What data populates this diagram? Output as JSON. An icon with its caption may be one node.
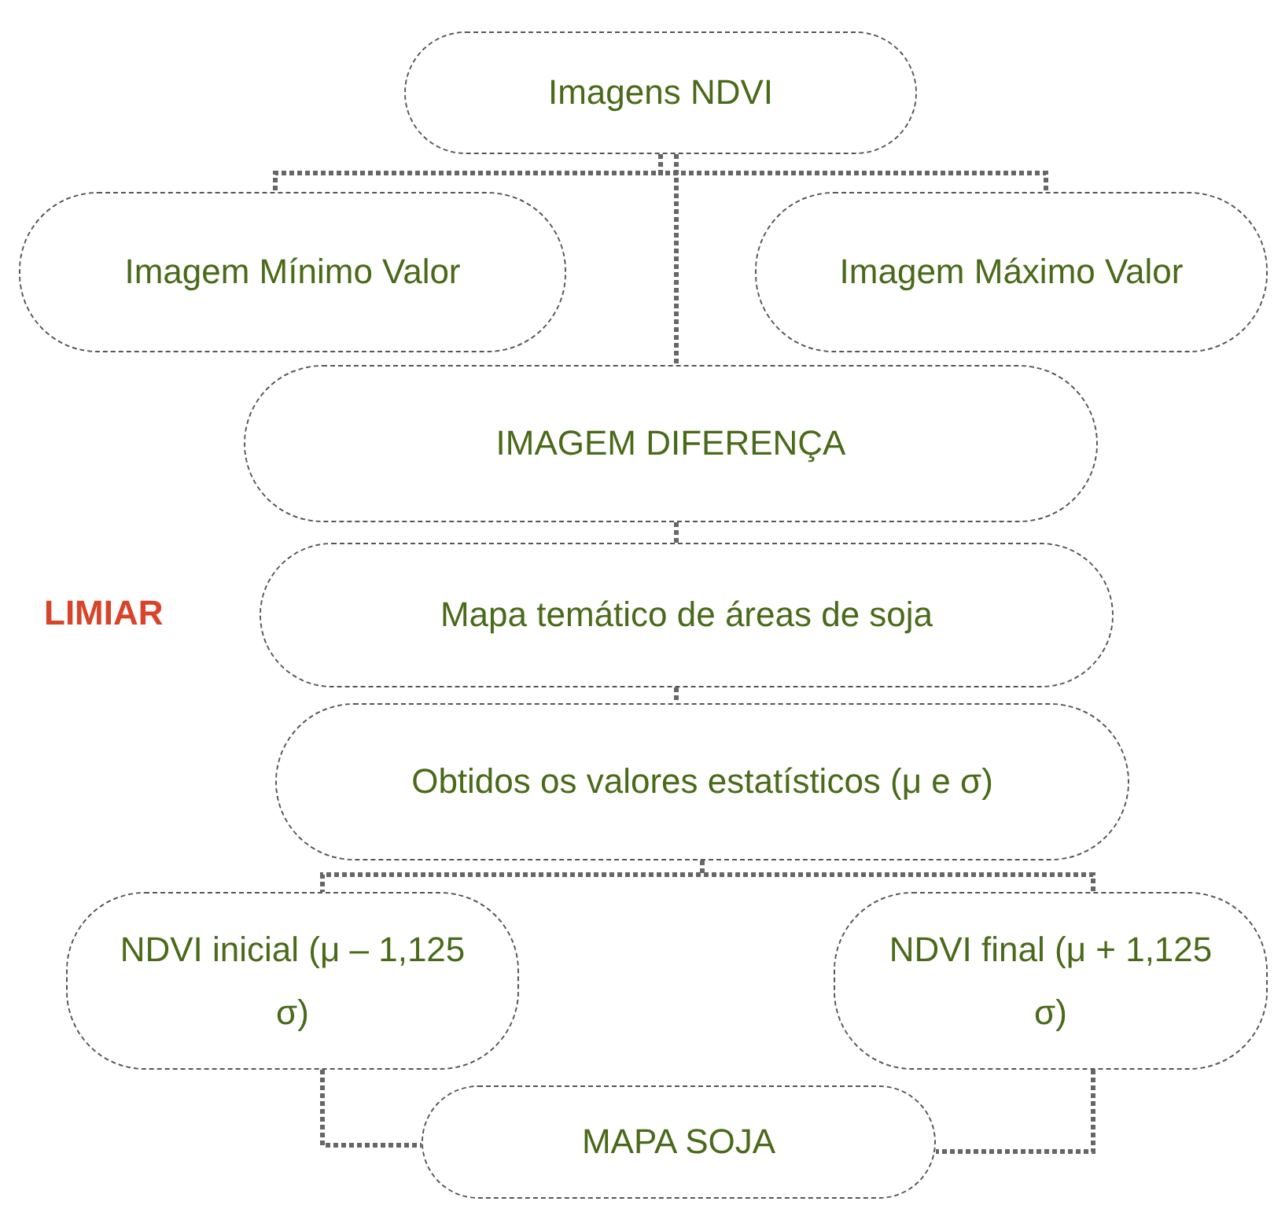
{
  "diagram": {
    "nodes": [
      {
        "text": [
          "Imagens NDVI"
        ]
      },
      {
        "text": [
          "Imagem Mínimo Valor"
        ]
      },
      {
        "text": [
          "Imagem Máximo Valor"
        ]
      },
      {
        "text": [
          "IMAGEM DIFERENÇA"
        ]
      },
      {
        "text": [
          "Mapa temático de áreas de soja"
        ]
      },
      {
        "text": [
          "Obtidos os valores estatísticos (μ e σ)"
        ]
      },
      {
        "text": [
          "NDVI inicial (μ – 1,125 σ)"
        ]
      },
      {
        "text": [
          "NDVI final (μ + 1,125 σ)"
        ]
      },
      {
        "text": [
          "MAPA SOJA"
        ]
      }
    ],
    "edges": [
      {
        "from": 0,
        "to": 1,
        "arrow": "none"
      },
      {
        "from": 0,
        "to": 2,
        "arrow": "none"
      },
      {
        "from": 0,
        "to": 3,
        "arrow": "none"
      },
      {
        "from": 3,
        "to": 4,
        "arrow": "none"
      },
      {
        "from": 4,
        "to": 5,
        "arrow": "none"
      },
      {
        "from": 5,
        "to": 6,
        "arrow": "none"
      },
      {
        "from": 5,
        "to": 7,
        "arrow": "none"
      },
      {
        "from": 6,
        "to": 8,
        "arrow": "none"
      },
      {
        "from": 7,
        "to": 8,
        "arrow": "none"
      }
    ],
    "labels": [
      "LIMIAR"
    ]
  }
}
